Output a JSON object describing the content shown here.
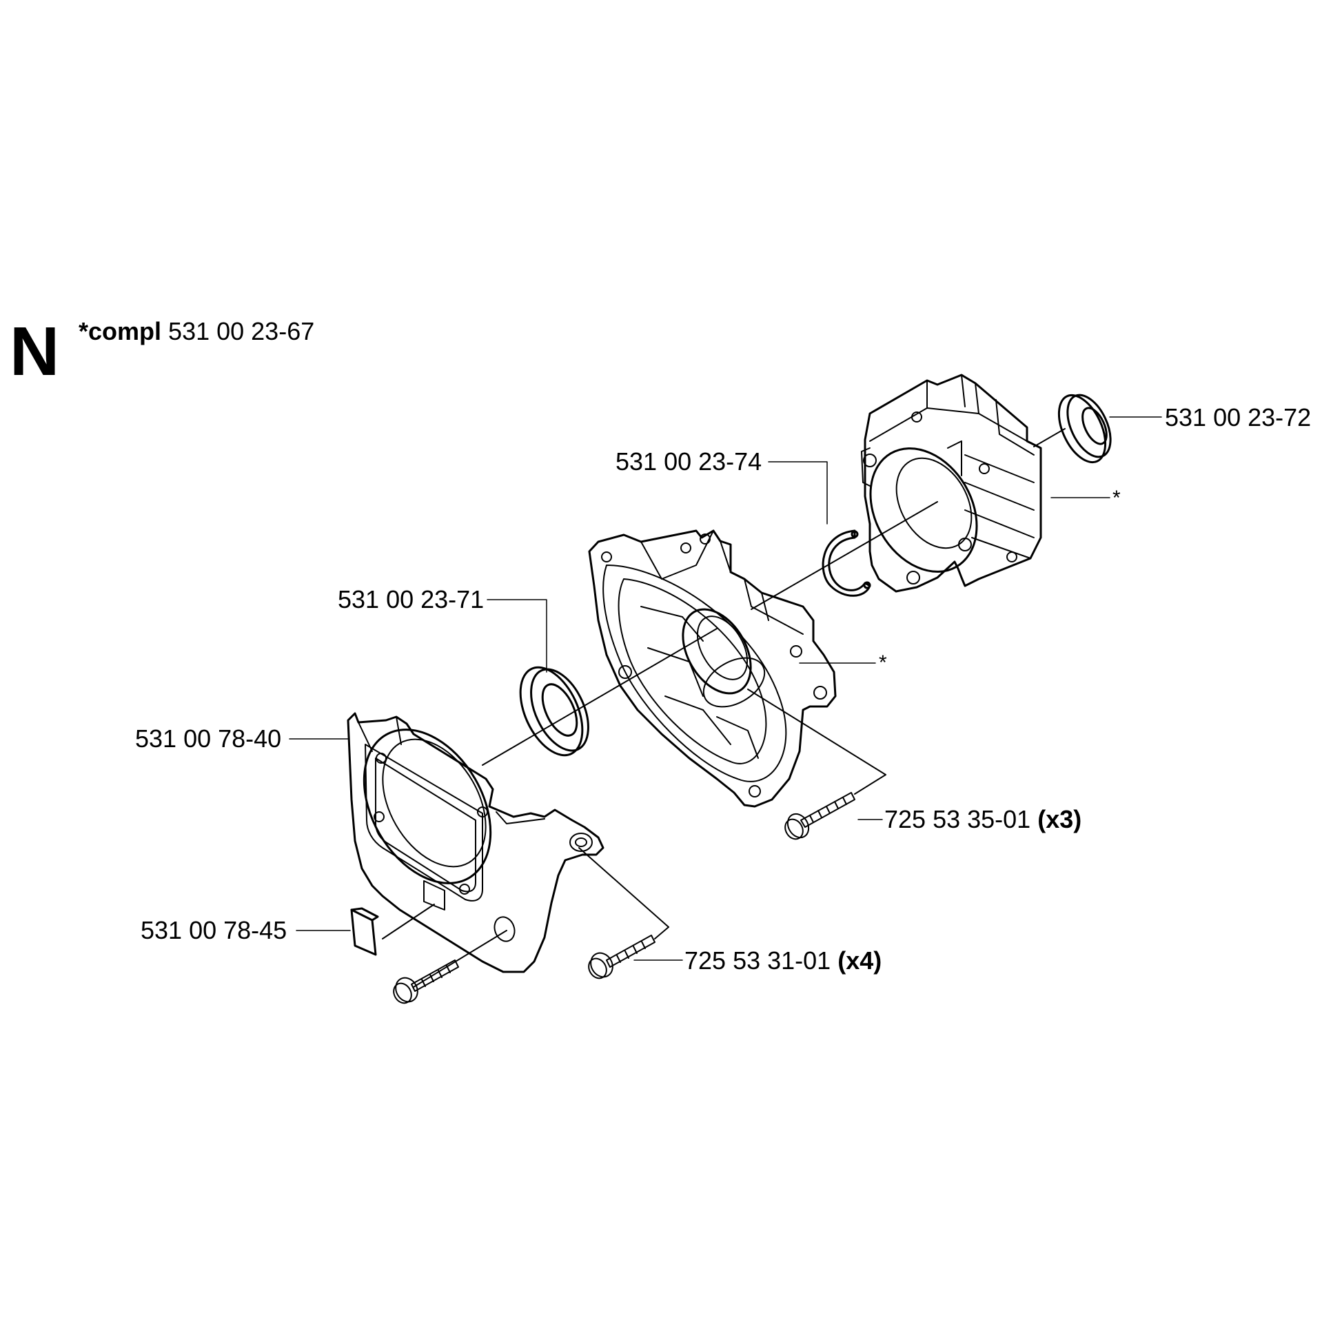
{
  "section_letter": "N",
  "heading": {
    "prefix": "*compl",
    "part_number": "531 00 23-67"
  },
  "callouts": {
    "bearing_right": {
      "part_number": "531 00 23-72",
      "qty": ""
    },
    "circlip": {
      "part_number": "531 00 23-74",
      "qty": ""
    },
    "crankcase_right": {
      "part_number": "*",
      "qty": ""
    },
    "bearing_left": {
      "part_number": "531 00 23-71",
      "qty": ""
    },
    "crankcase_left": {
      "part_number": "*",
      "qty": ""
    },
    "cover": {
      "part_number": "531 00 78-40",
      "qty": ""
    },
    "screw_crankcase": {
      "part_number": "725 53 35-01",
      "qty": "(x3)"
    },
    "plug": {
      "part_number": "531 00 78-45",
      "qty": ""
    },
    "screw_cover": {
      "part_number": "725 53 31-01",
      "qty": "(x4)"
    }
  },
  "colors": {
    "line": "#000000",
    "background": "#ffffff"
  }
}
